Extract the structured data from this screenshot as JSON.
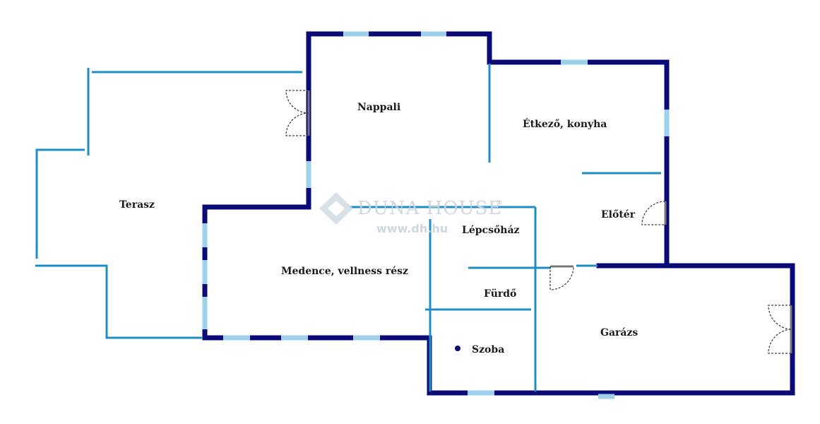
{
  "watermark": {
    "brand": "DUNA HOUSE",
    "registered": "®",
    "url": "www.dh.hu"
  },
  "rooms": {
    "nappali": "Nappali",
    "etkezo_konyha": "Étkező, konyha",
    "terasz": "Terasz",
    "eloter": "Előtér",
    "lepcsohaz": "Lépcsőház",
    "medence": "Medence, vellness rész",
    "furdo": "Fürdő",
    "garazs": "Garázs",
    "szoba": "Szoba"
  },
  "colors": {
    "exterior_wall": "#0b0b78",
    "interior_wall": "#1e8ec4",
    "window": "#9fd0ec",
    "watermark": "#c9d3dc"
  }
}
